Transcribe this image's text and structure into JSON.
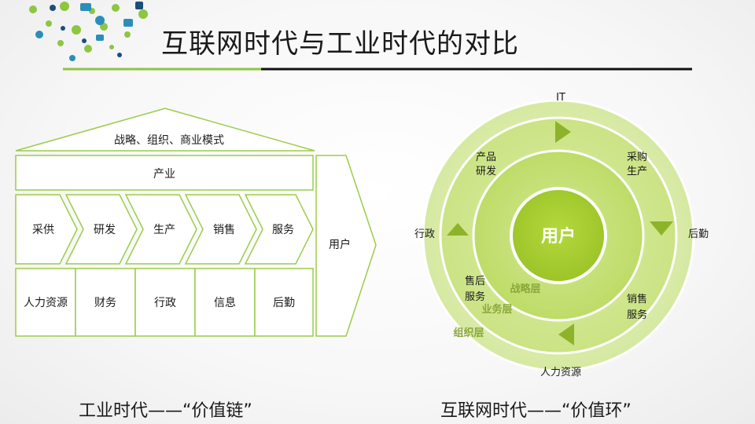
{
  "slide": {
    "title": "互联网时代与工业时代的对比"
  },
  "industrial": {
    "roof_label": "战略、组织、商业模式",
    "industry_label": "产业",
    "chain": [
      "采供",
      "研发",
      "生产",
      "销售",
      "服务"
    ],
    "support": [
      "人力资源",
      "财务",
      "行政",
      "信息",
      "后勤"
    ],
    "user_label": "用户",
    "caption": "工业时代——“价值链”"
  },
  "internet": {
    "center_label": "用户",
    "ring_items": {
      "top": "IT",
      "right": "后勤",
      "bottom": "人力资源",
      "left": "行政",
      "top_left_1": "产品",
      "top_left_2": "研发",
      "top_right_1": "采购",
      "top_right_2": "生产",
      "bottom_left_1": "售后",
      "bottom_left_2": "服务",
      "bottom_right_1": "销售",
      "bottom_right_2": "服务"
    },
    "layers": [
      "战略层",
      "业务层",
      "组织层"
    ],
    "caption": "互联网时代——“价值环”"
  },
  "colors": {
    "accent": "#8dc63f",
    "outer_ring": "#dcebb0",
    "middle_ring": "#cfe58f",
    "inner_ring": "#c2df6e",
    "center": "#a9d02f",
    "arrow": "#8db32b",
    "layer_text": "#8aa83a"
  }
}
